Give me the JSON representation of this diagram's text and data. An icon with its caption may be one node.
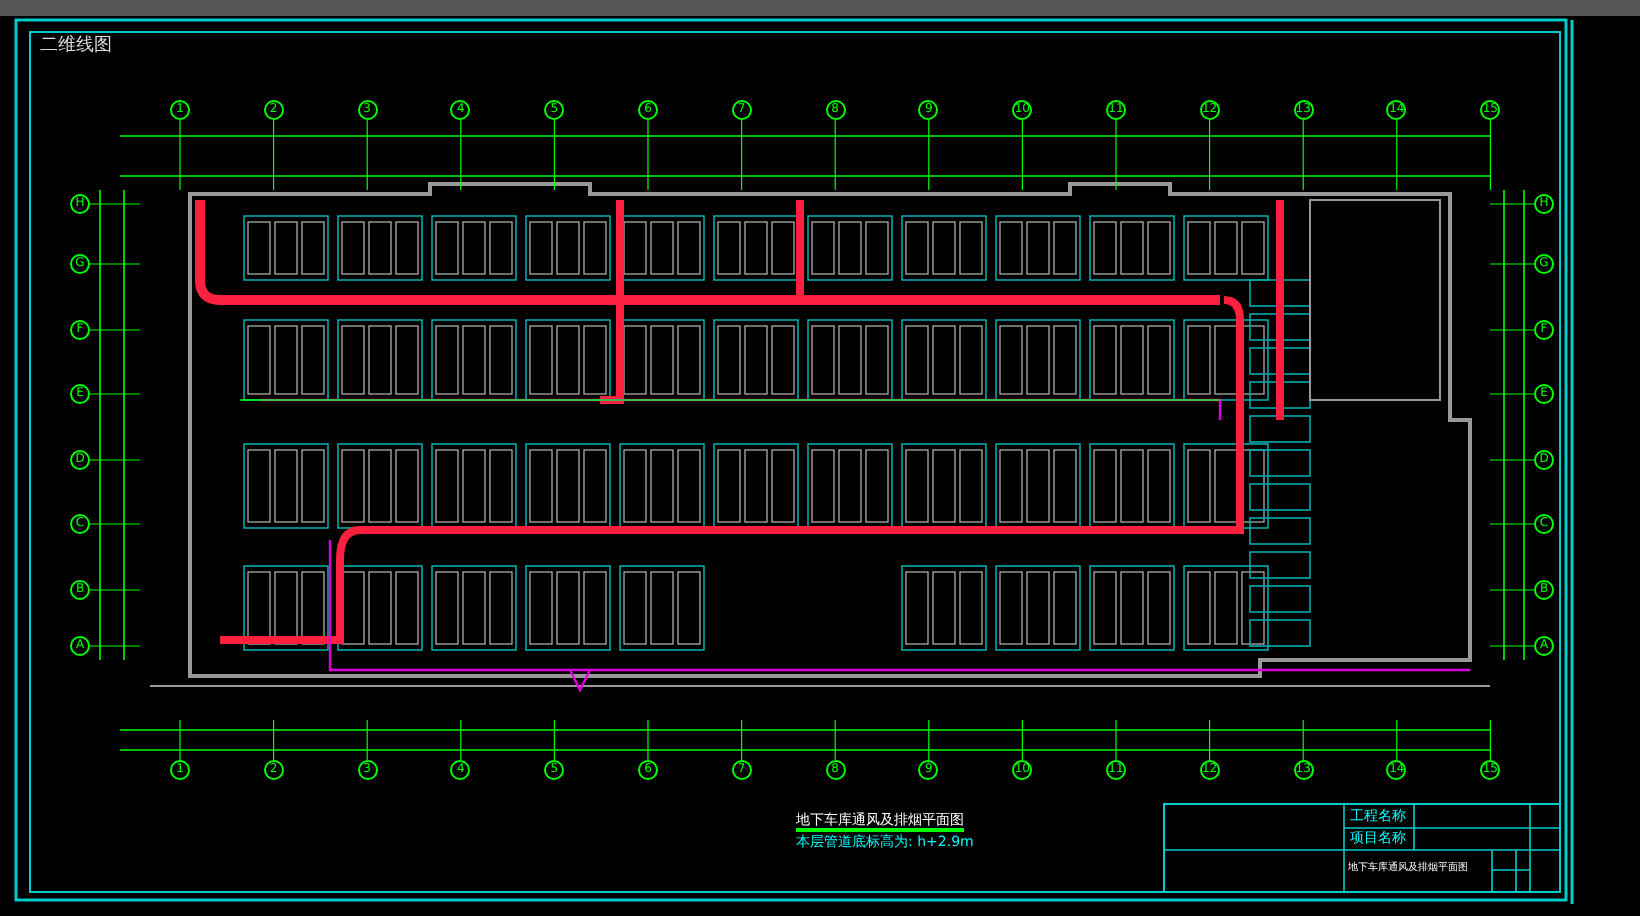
{
  "diagram": {
    "labels": [
      "二维线图",
      "1",
      "2",
      "3",
      "4",
      "5",
      "6",
      "7",
      "8",
      "9",
      "10",
      "11",
      "12",
      "13",
      "14",
      "15",
      "H",
      "G",
      "F",
      "E",
      "D",
      "C",
      "B",
      "A",
      "H",
      "G",
      "F",
      "E",
      "D",
      "C",
      "B",
      "A",
      "1",
      "2",
      "3",
      "4",
      "5",
      "6",
      "7",
      "8",
      "9",
      "10",
      "11",
      "12",
      "13",
      "14",
      "15",
      "地下车库通风及排烟平面图",
      "本层管道底标高为: h+2.9m",
      "工程名称",
      "项目名称",
      "地下车库通风及排烟平面图"
    ]
  }
}
